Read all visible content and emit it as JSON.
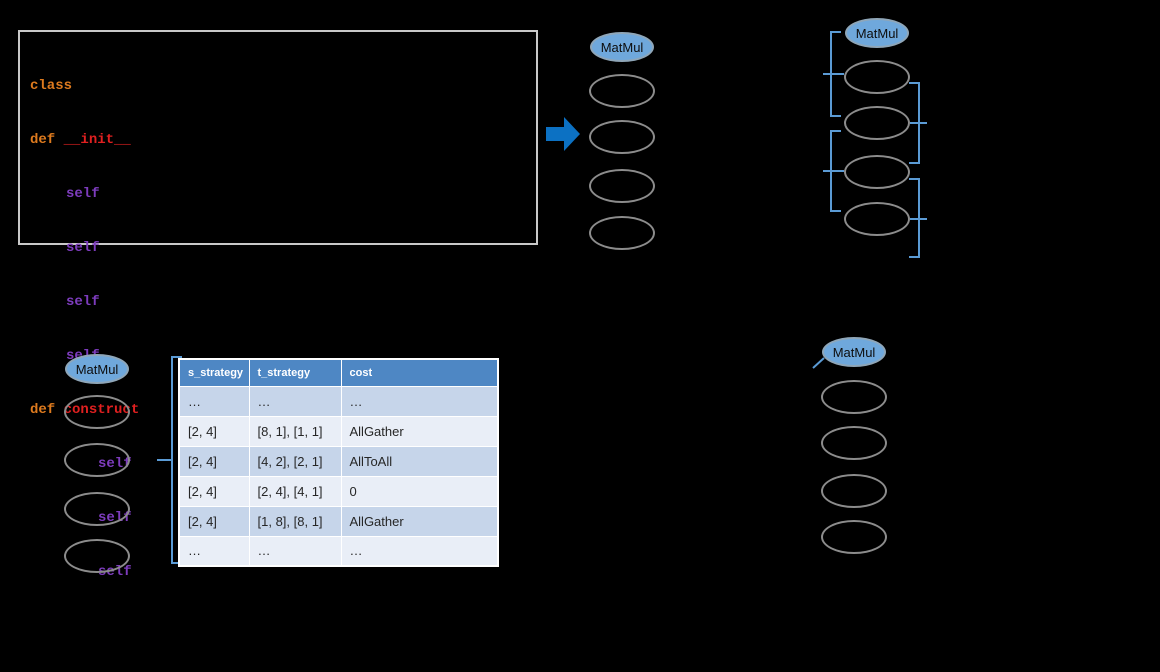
{
  "colors": {
    "background": "#000000",
    "code_border": "#C9C9C9",
    "keyword_orange": "#DD7A1E",
    "defname_red": "#E02020",
    "self_purple": "#7D3CBD",
    "node_fill_blue": "#6FA8DC",
    "node_stroke_gray": "#8C8C8C",
    "bracket_blue": "#5B9BD5",
    "arrow_blue": "#0C71C3",
    "table_header_bg": "#4E87C4",
    "table_row_band": "#C6D5EA",
    "table_row_light": "#E9EEF7"
  },
  "code_panel": {
    "class_keyword": "class",
    "def_keyword": "def",
    "init_name": "__init__",
    "construct_name": "construct",
    "self_token": "self"
  },
  "graphs": {
    "top_middle": {
      "root_label": "MatMul",
      "empty_node_count": 4
    },
    "top_right": {
      "root_label": "MatMul",
      "empty_node_count": 4
    },
    "bottom_left": {
      "root_label": "MatMul",
      "empty_node_count": 4
    },
    "bottom_right": {
      "root_label": "MatMul",
      "empty_node_count": 4
    }
  },
  "strategy_table": {
    "headers": [
      "s_strategy",
      "t_strategy",
      "cost"
    ],
    "rows": [
      [
        "…",
        "…",
        "…"
      ],
      [
        "[2, 4]",
        "[8, 1], [1, 1]",
        "AllGather"
      ],
      [
        "[2, 4]",
        "[4, 2], [2, 1]",
        "AllToAll"
      ],
      [
        "[2, 4]",
        "[2, 4], [4, 1]",
        "0"
      ],
      [
        "[2, 4]",
        "[1, 8], [8, 1]",
        "AllGather"
      ],
      [
        "…",
        "…",
        "…"
      ]
    ]
  }
}
